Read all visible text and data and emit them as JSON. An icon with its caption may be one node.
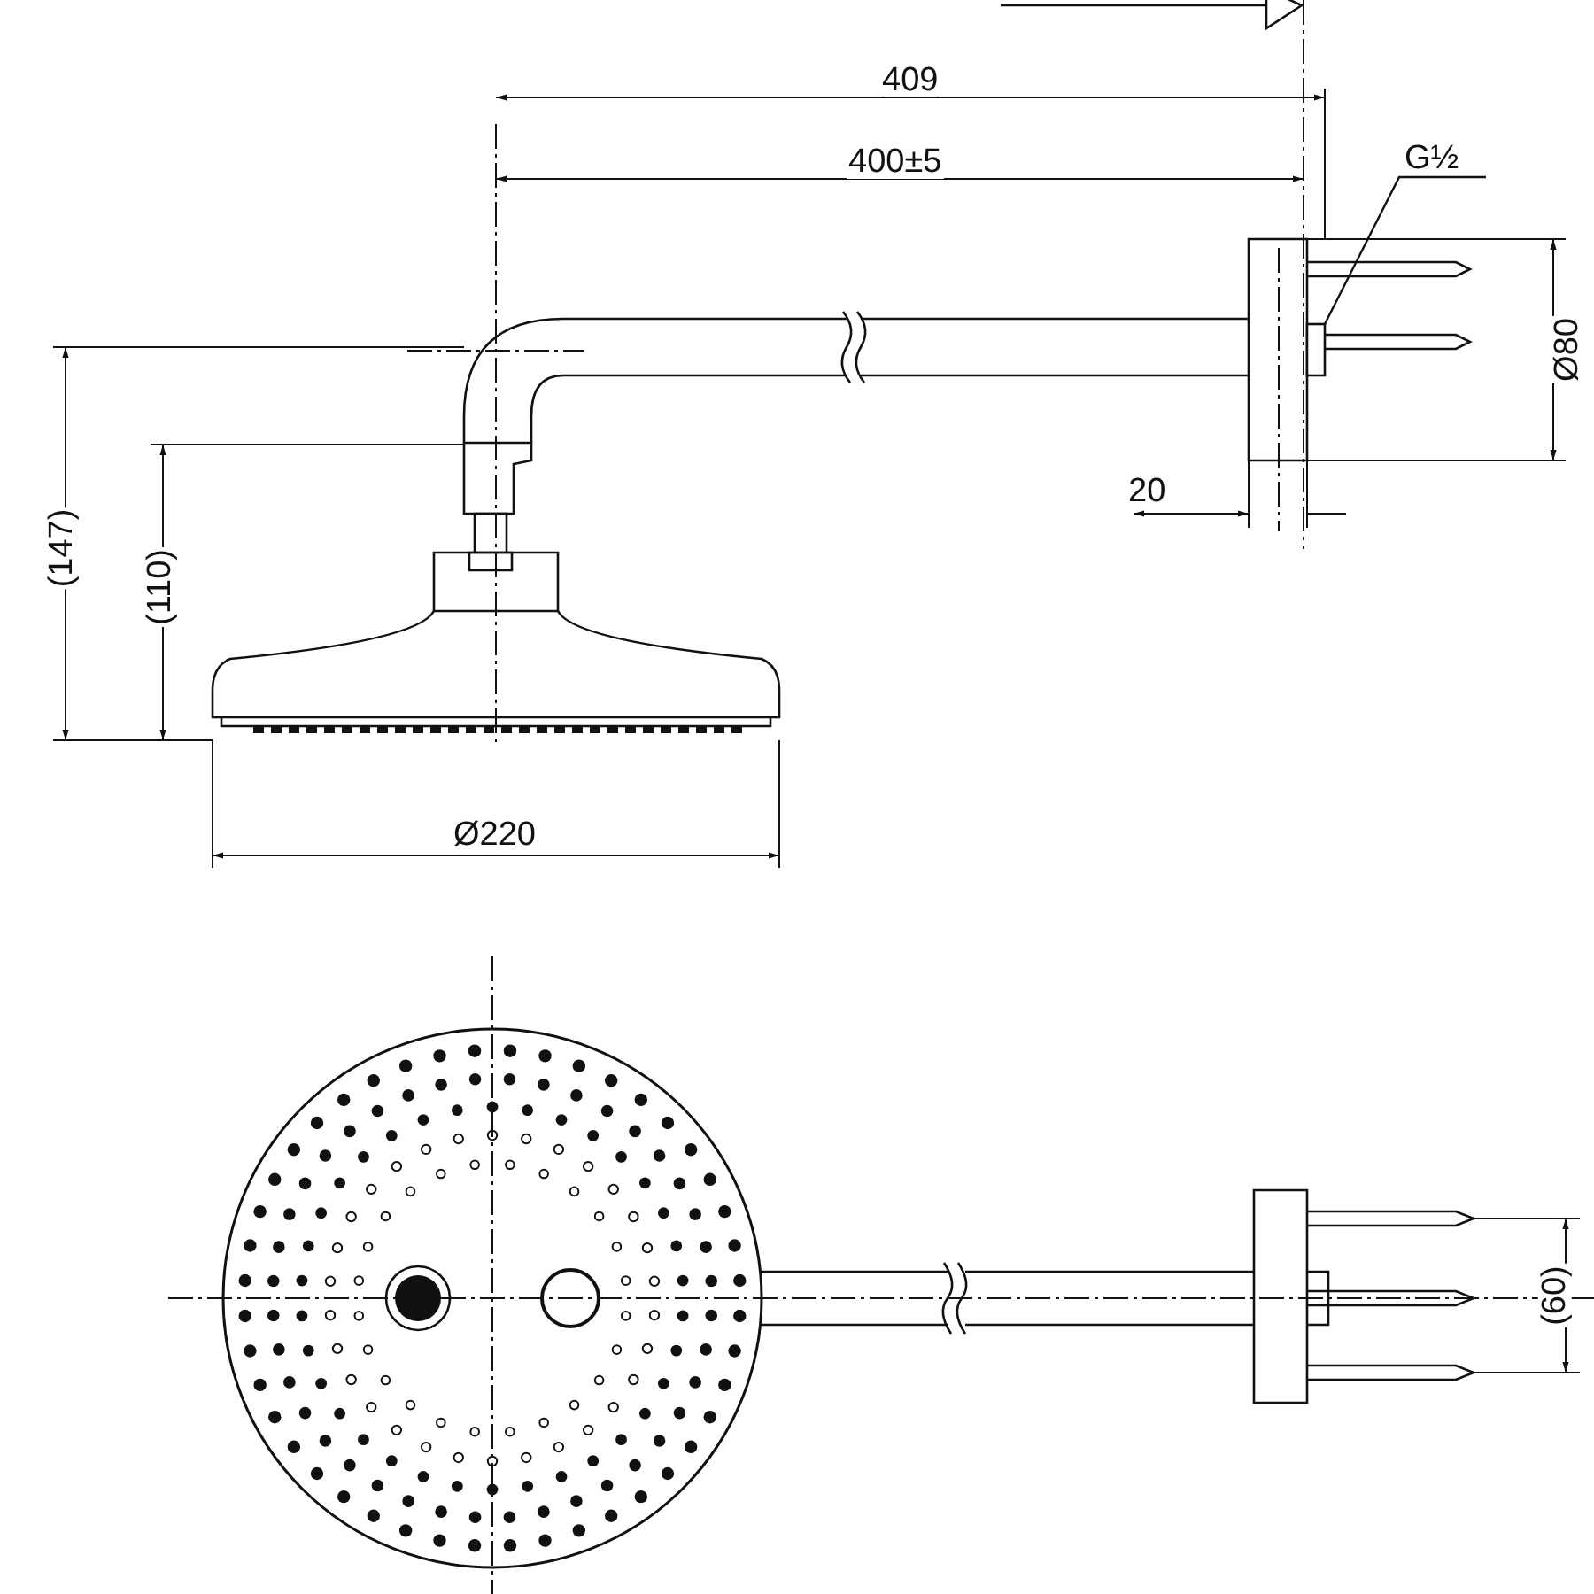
{
  "diagram": {
    "nodes": [
      {
        "text": [
          "G½"
        ]
      },
      {
        "text": [],
        "shape": "box"
      }
    ],
    "edges": [
      {
        "from": 0,
        "to": 1,
        "arrow": "none"
      }
    ],
    "labels": [
      "409",
      "400±5",
      "Ø80",
      "20",
      "(147)",
      "(110)",
      "Ø220",
      "(60)"
    ]
  }
}
